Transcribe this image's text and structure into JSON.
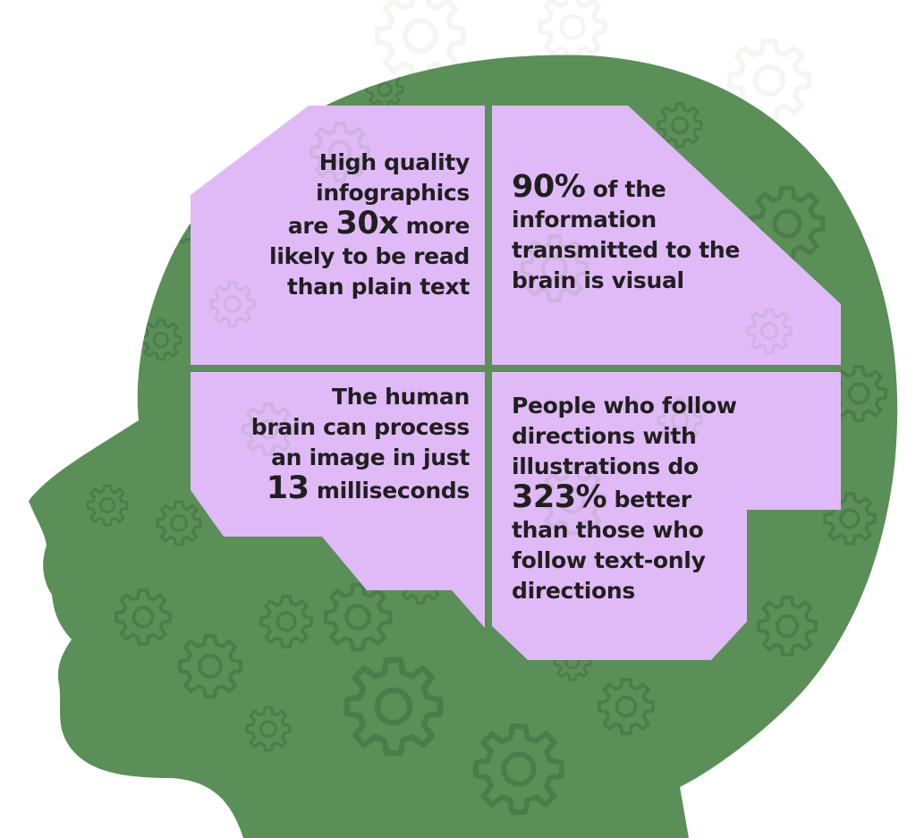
{
  "colors": {
    "head": "#5a8f57",
    "gear": "#4f7f4c",
    "panel": "#e0baf6",
    "text": "#1f1f1f",
    "background": "#ffffff"
  },
  "icons": [
    "gear-icon"
  ],
  "quadrants": {
    "top_left": {
      "line1": "High quality",
      "line2": "infographics",
      "line3_pre": "are ",
      "line3_stat": "30x",
      "line3_post": " more",
      "line4": "likely to be read",
      "line5": "than plain text"
    },
    "top_right": {
      "line1_stat": "90%",
      "line1_post": " of the",
      "line2": "information",
      "line3": "transmitted to the",
      "line4": "brain is visual"
    },
    "bottom_left": {
      "line1": "The human",
      "line2": "brain can process",
      "line3": "an image in just",
      "line4_stat": "13",
      "line4_post": " milliseconds"
    },
    "bottom_right": {
      "line1": "People who follow",
      "line2": "directions with",
      "line3": "illustrations do",
      "line4_stat": "323%",
      "line4_post": " better",
      "line5": "than those who",
      "line6": "follow text-only",
      "line7": "directions"
    }
  }
}
